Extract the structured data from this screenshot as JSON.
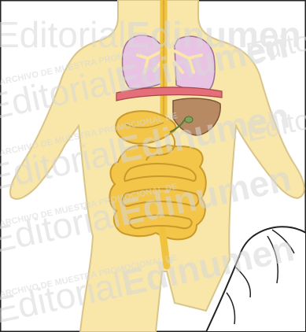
{
  "illustration": {
    "subject": "human digestive system",
    "watermark": {
      "brand_light": "Editorial",
      "brand_bold": "Edinumen",
      "caption": "ARCHIVO DE MUESTRA PROMOCIONAL DE"
    },
    "colors": {
      "background": "#ffffff",
      "skin": "#f8e7a9",
      "skin_outline": "#d9c48a",
      "esophagus": "#f1c23e",
      "lungs": "#e9c3e4",
      "diaphragm": "#e56f78",
      "liver": "#b88a63",
      "intestine": "#f3c64a",
      "intestine_outline": "#c9992b",
      "coat": "#ffffff",
      "watermark": "#d8d8d8"
    }
  }
}
